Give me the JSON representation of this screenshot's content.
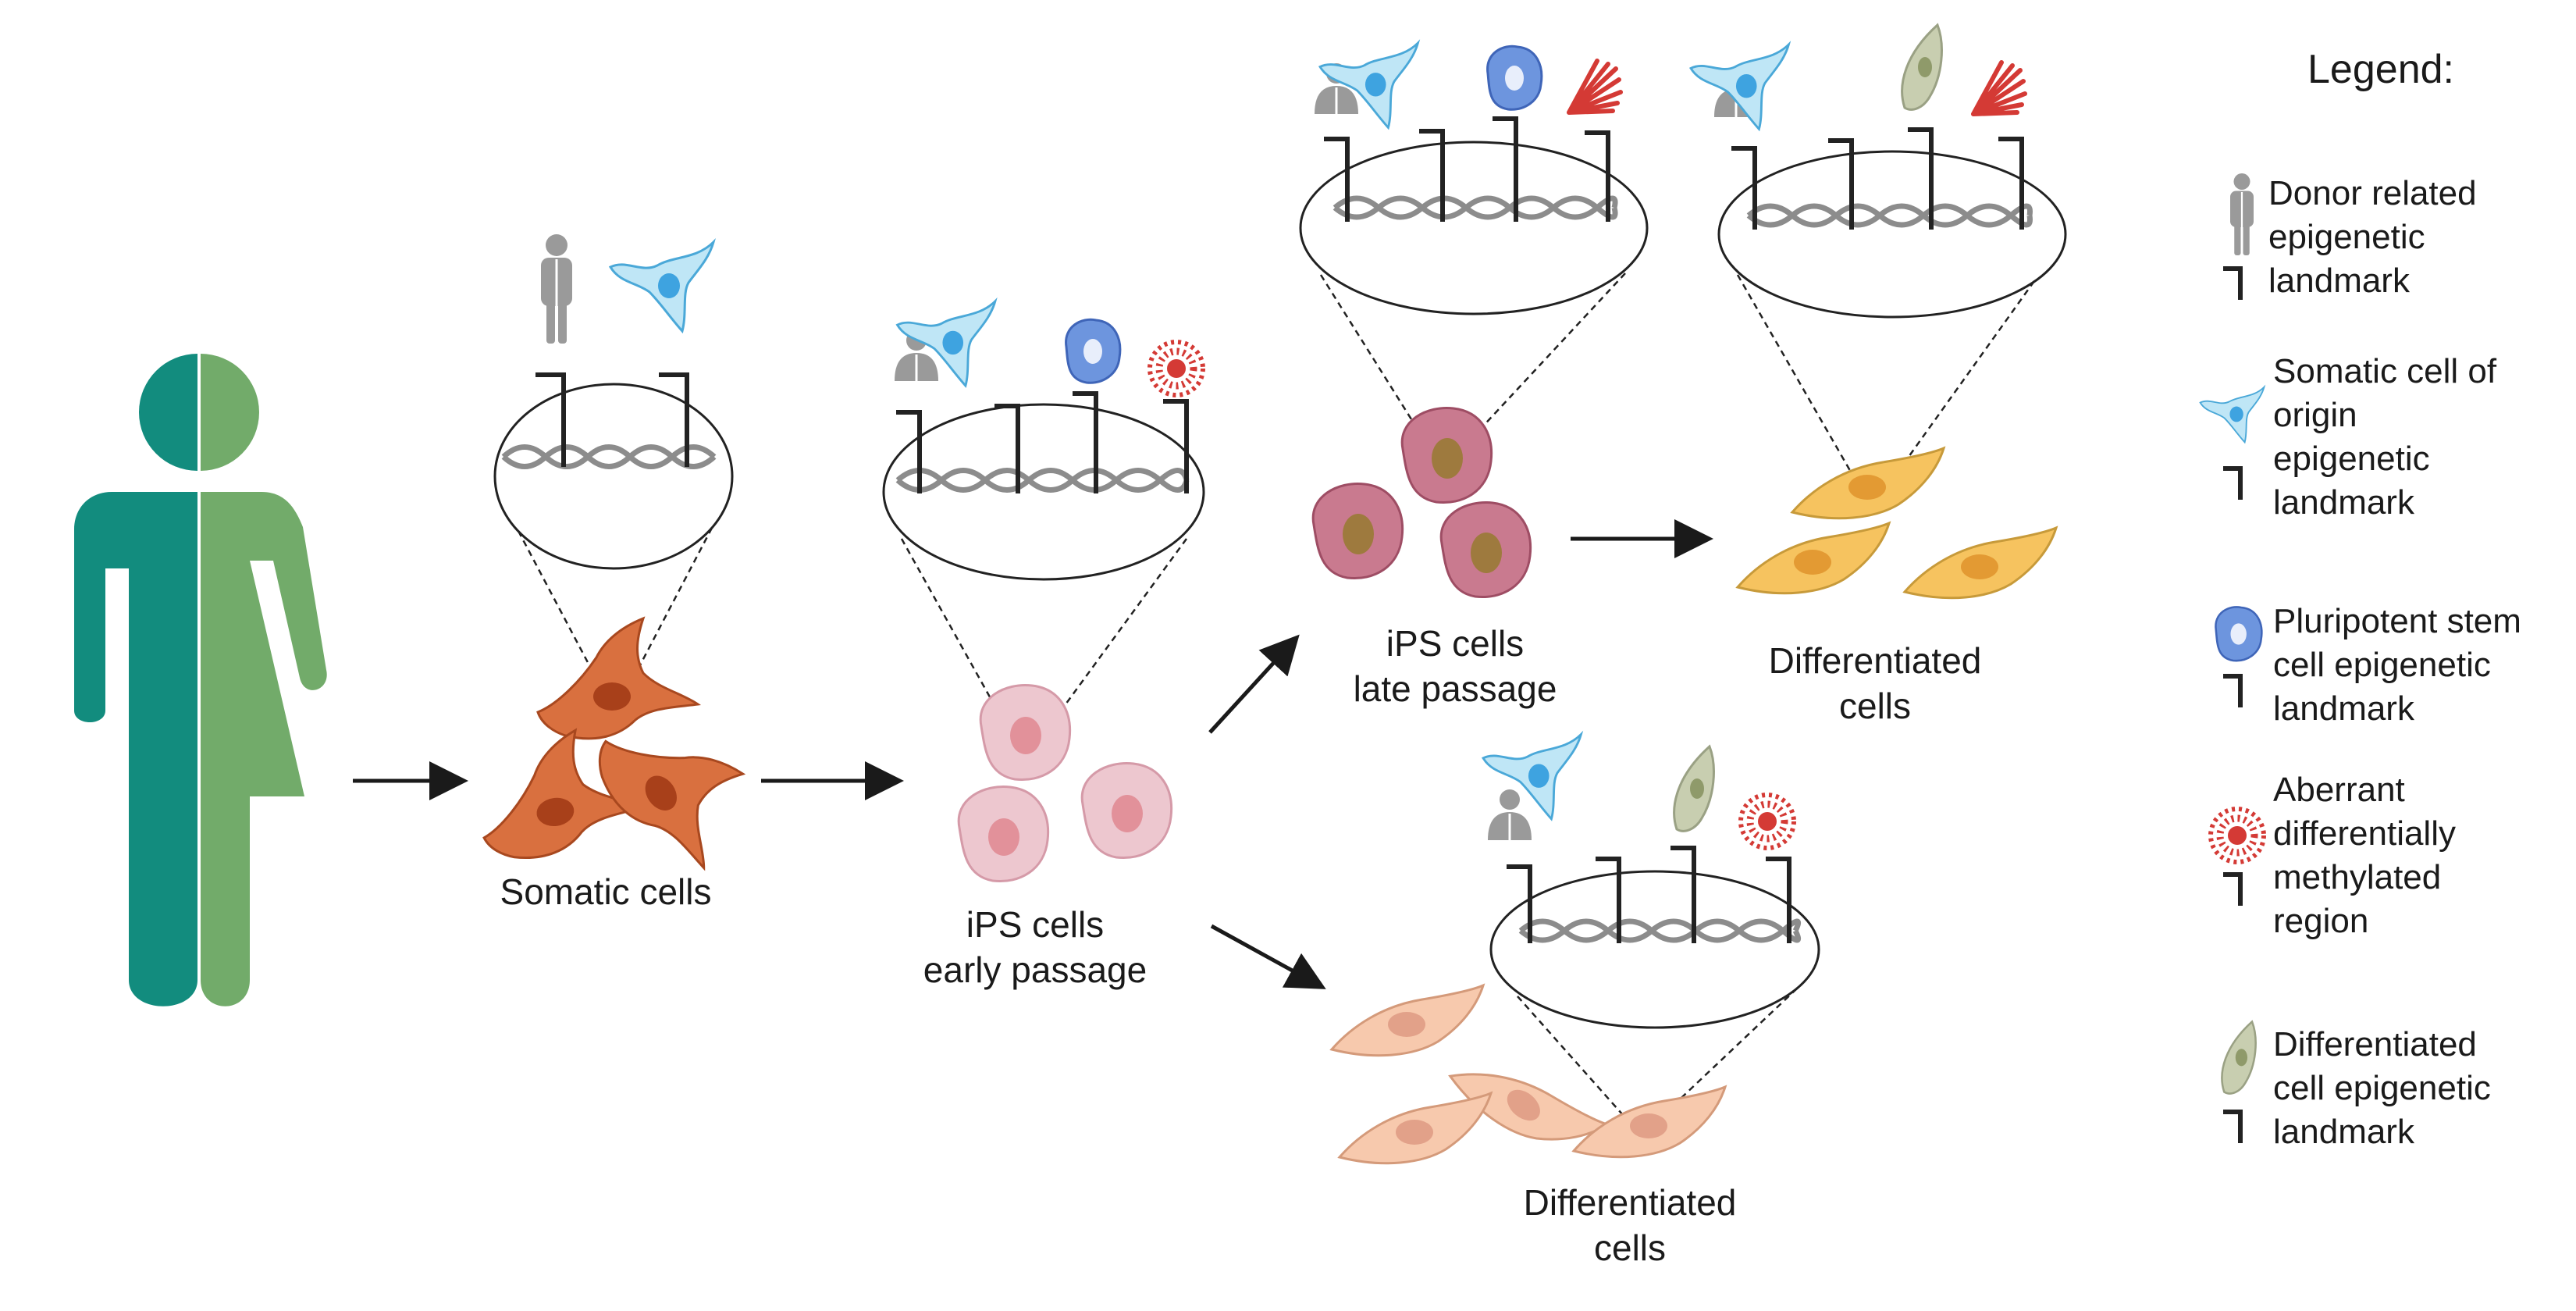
{
  "stages": {
    "somatic": {
      "label": "Somatic cells"
    },
    "ips_early": {
      "label_line1": "iPS cells",
      "label_line2": "early passage"
    },
    "ips_late": {
      "label_line1": "iPS cells",
      "label_line2": "late passage"
    },
    "diff_late": {
      "label_line1": "Differentiated",
      "label_line2": "cells"
    },
    "diff_early": {
      "label_line1": "Differentiated",
      "label_line2": "cells"
    }
  },
  "legend": {
    "title": "Legend:",
    "items": [
      {
        "icon": "donor-person-icon",
        "lines": [
          "Donor related",
          "epigenetic",
          "landmark"
        ]
      },
      {
        "icon": "somatic-cell-icon",
        "lines": [
          "Somatic cell of",
          "origin",
          "epigenetic",
          "landmark"
        ]
      },
      {
        "icon": "pluripotent-cell-icon",
        "lines": [
          "Pluripotent stem",
          "cell epigenetic",
          "landmark"
        ]
      },
      {
        "icon": "aberrant-dmr-icon",
        "lines": [
          "Aberrant",
          "differentially",
          "methylated",
          "region"
        ]
      },
      {
        "icon": "differentiated-cell-icon",
        "lines": [
          "Differentiated",
          "cell epigenetic",
          "landmark"
        ]
      }
    ]
  },
  "colors": {
    "donor_dark": "#128c7e",
    "donor_light": "#72ab6a",
    "somatic_cell": "#d9703f",
    "ips_early_cell": "#edc7cf",
    "ips_late_cell": "#c97a8f",
    "diff_late_cell": "#f6c35f",
    "diff_early_cell": "#f7c9ad",
    "somatic_icon": "#bfe6f6",
    "pluripotent_icon": "#6d95de",
    "aberrant_icon": "#d43a35",
    "differentiated_icon": "#c8ceb0",
    "person_icon": "#9a9a9a"
  }
}
